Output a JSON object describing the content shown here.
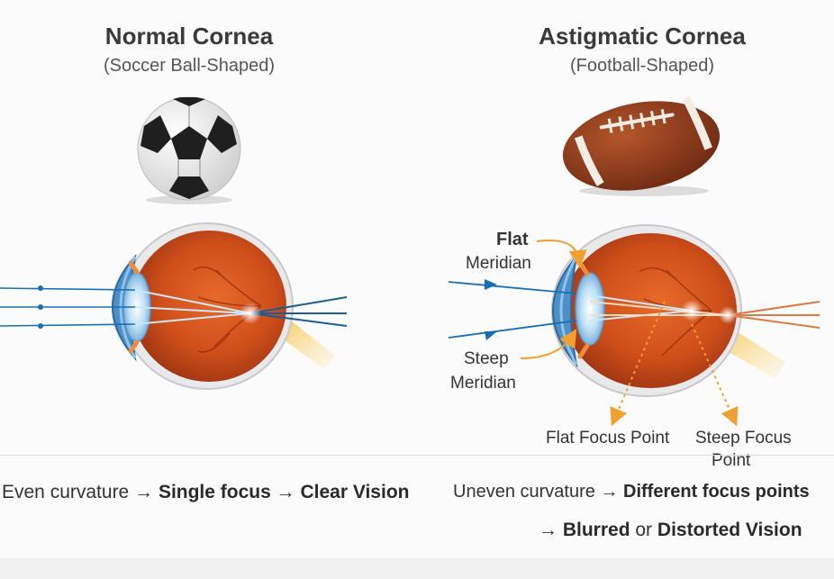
{
  "left": {
    "title": "Normal Cornea",
    "subtitle": "(Soccer Ball-Shaped)",
    "caption": {
      "p1": "Even curvature",
      "arrow1": "→",
      "p2": "Single focus",
      "arrow2": "→",
      "p3": "Clear Vision"
    }
  },
  "right": {
    "title": "Astigmatic Cornea",
    "subtitle": "(Football-Shaped)",
    "labels": {
      "flat_meridian_1": "Flat",
      "flat_meridian_2": "Meridian",
      "steep_meridian_1": "Steep",
      "steep_meridian_2": "Meridian",
      "flat_focus": "Flat Focus Point",
      "steep_focus_1": "Steep Focus",
      "steep_focus_2": "Point"
    },
    "caption": {
      "p1": "Uneven curvature",
      "arrow1": "→",
      "p2": "Different focus points",
      "arrow2": "→",
      "p3": "Blurred",
      "p4": "or",
      "p5": "Distorted Vision"
    }
  },
  "colors": {
    "eye_tissue": "#d2541c",
    "cornea": "#4d8fc6",
    "light_ray": "#1a6fb3",
    "annotation_arrow": "#f0a030",
    "football": "#8b3a1e"
  }
}
